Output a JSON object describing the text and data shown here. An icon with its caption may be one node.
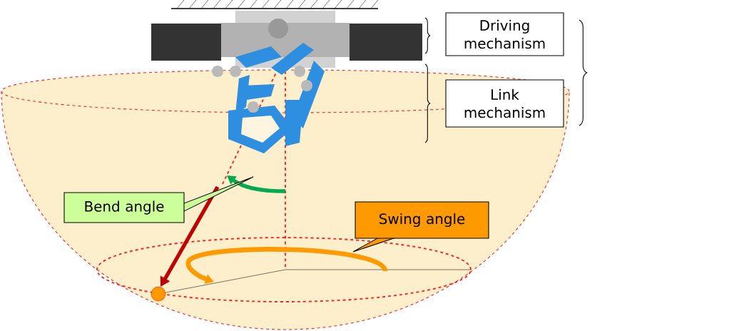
{
  "diagram": {
    "nodes": [
      {
        "text": [
          "Driving mechanism"
        ]
      },
      {
        "text": [
          "Link mechanism"
        ]
      },
      {
        "text": [
          "Bend angle"
        ]
      },
      {
        "text": [
          "Swing angle"
        ]
      }
    ]
  }
}
